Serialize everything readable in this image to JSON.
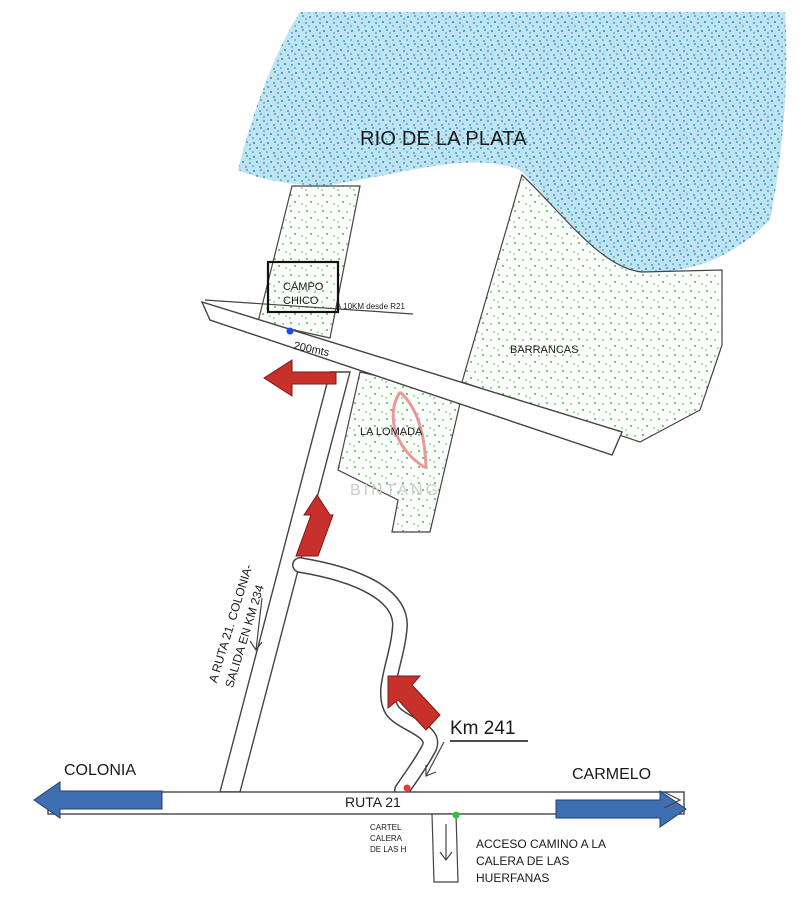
{
  "map": {
    "water_label": "RIO DE LA PLATA",
    "plots": {
      "campo_chico": "CAMPO\nCHICO",
      "barrancas": "BARRANCAS",
      "la_lomada": "LA LOMADA"
    },
    "distance_note": "A 10KM desde R21",
    "distance_200": "200mts",
    "route_note": "A RUTA 21. COLONIA-\nSALIDA EN KM 234",
    "km_marker": "Km 241",
    "highway": "RUTA 21",
    "west_destination": "COLONIA",
    "east_destination": "CARMELO",
    "sign_label": "CARTEL\nCALERA\nDE LAS H",
    "access_label": "ACCESO CAMINO A LA\nCALERA DE LAS\nHUERFANAS",
    "watermark": "BINTANG"
  },
  "colors": {
    "water_fill": "#bfe3f0",
    "water_dots": "#1b8fb8",
    "green_dots": "#2ecc3a",
    "route_arrow": "#c8312b",
    "destination_arrow": "#3f6fb3",
    "lomada_arrow": "#e89a9a"
  },
  "icons": {
    "route_arrow": "red-arrow-icon",
    "destination_arrow": "blue-arrow-icon"
  }
}
